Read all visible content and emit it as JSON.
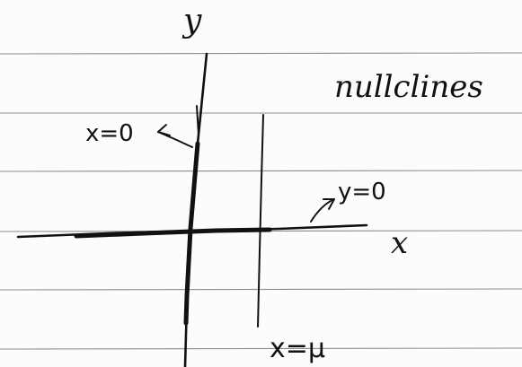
{
  "diagram": {
    "y_axis_label": "y",
    "x_axis_label": "x",
    "title": "nullclines",
    "label_y_nullcline": "x=0",
    "label_x_nullcline_axis": "y=0",
    "label_vertical_nullcline": "x=μ"
  }
}
